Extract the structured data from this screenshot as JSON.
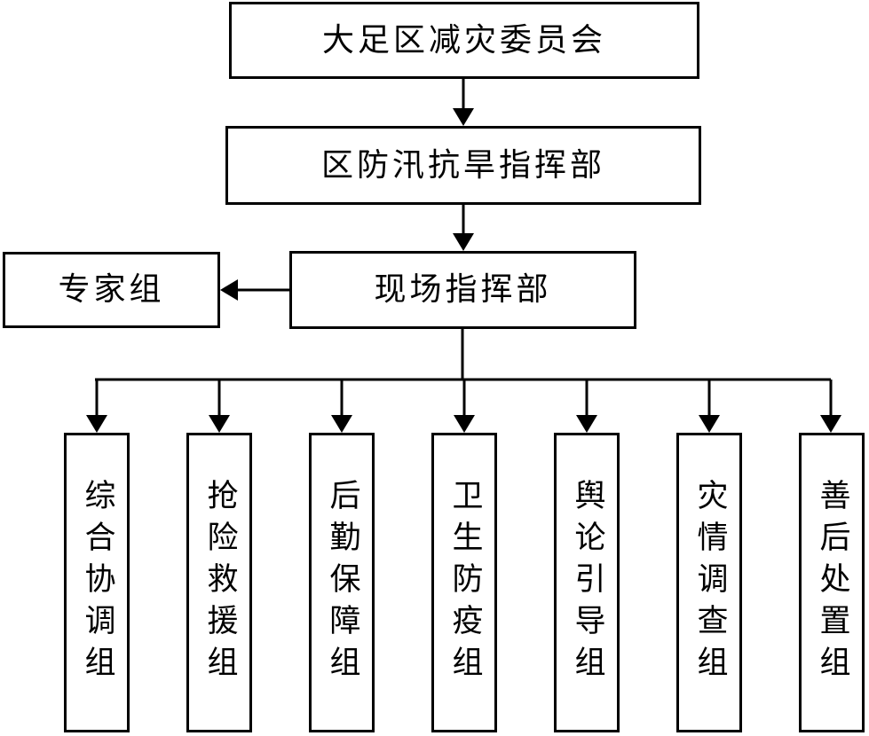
{
  "diagram": {
    "top_node": "大足区减灾委员会",
    "hq_node": "区防汛抗旱指挥部",
    "field_node": "现场指挥部",
    "expert_node": "专家组",
    "groups": [
      "综合协调组",
      "抢险救援组",
      "后勤保障组",
      "卫生防疫组",
      "舆论引导组",
      "灾情调查组",
      "善后处置组"
    ]
  },
  "colors": {
    "stroke": "#000000",
    "background": "#ffffff",
    "text": "#000000"
  }
}
